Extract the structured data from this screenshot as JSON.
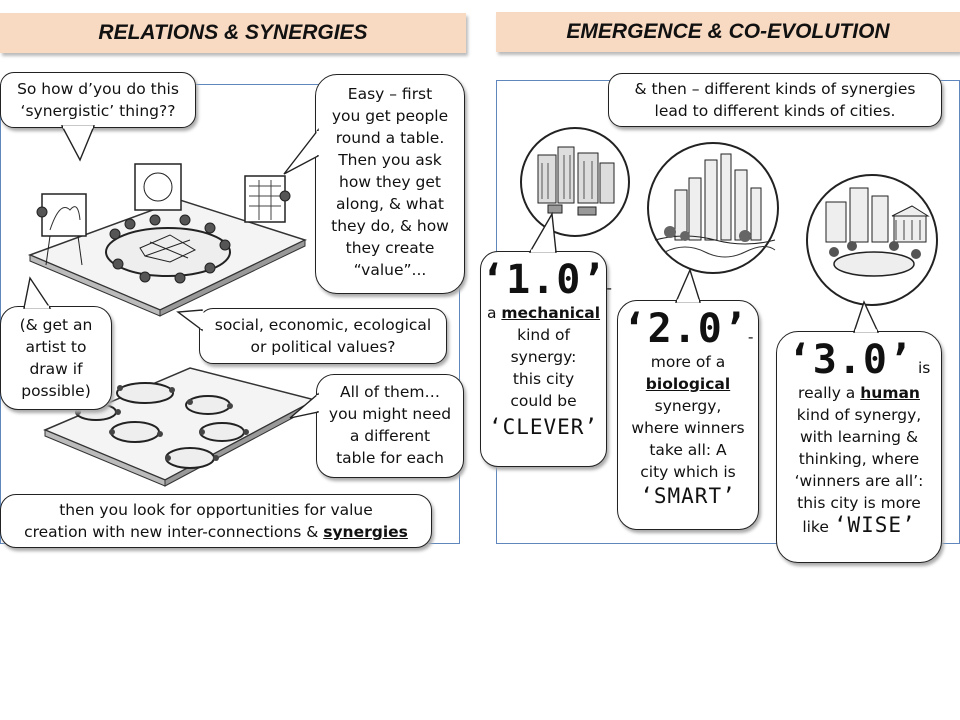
{
  "left": {
    "header": "RELATIONS & SYNERGIES",
    "q_bubble": {
      "l1": "So how d’you do this",
      "l2": "‘synergistic’ thing??"
    },
    "easy_bubble": [
      "Easy – first",
      "you get people",
      "round a table.",
      "Then you ask",
      "how they get",
      "along, & what",
      "they do, & how",
      "they create",
      "“value”..."
    ],
    "artist_bubble": [
      "(& get an",
      "artist to",
      "draw if",
      "possible)"
    ],
    "values_bubble": [
      "social, economic, ecological",
      "or political values?"
    ],
    "allthem_bubble": [
      "All of them…",
      "you might need",
      "a different",
      "table for each"
    ],
    "bottom_bubble": {
      "l1": "then you look for opportunities for value",
      "l2_pre": "creation with new inter-connections & ",
      "l2_u": "synergies"
    }
  },
  "right": {
    "header": "EMERGENCE  & CO-EVOLUTION",
    "top_bubble": [
      "& then – different kinds of synergies",
      "lead to different kinds of cities."
    ],
    "b1": {
      "num": "‘1.0’",
      "dash": "-",
      "pre": "a ",
      "u": "mechanical",
      "rest": [
        "kind of",
        "synergy:",
        "this city",
        "could be"
      ],
      "word": "‘CLEVER’"
    },
    "b2": {
      "num": "‘2.0’",
      "dash": "-",
      "l1": "more of a",
      "u": "biological",
      "rest": [
        "synergy,",
        "where winners",
        "take all: A",
        "city which is"
      ],
      "word": "‘SMART’"
    },
    "b3": {
      "num": "‘3.0’",
      "is": "is",
      "pre": "really a ",
      "u": "human",
      "rest": [
        "kind of synergy,",
        "with learning &",
        "thinking, where",
        "‘winners are all’:",
        "this city is more"
      ],
      "like": "like ",
      "word": "‘WISE’"
    }
  },
  "colors": {
    "header_bg": "#f8d9c2",
    "frame_border": "#5f87bd"
  }
}
